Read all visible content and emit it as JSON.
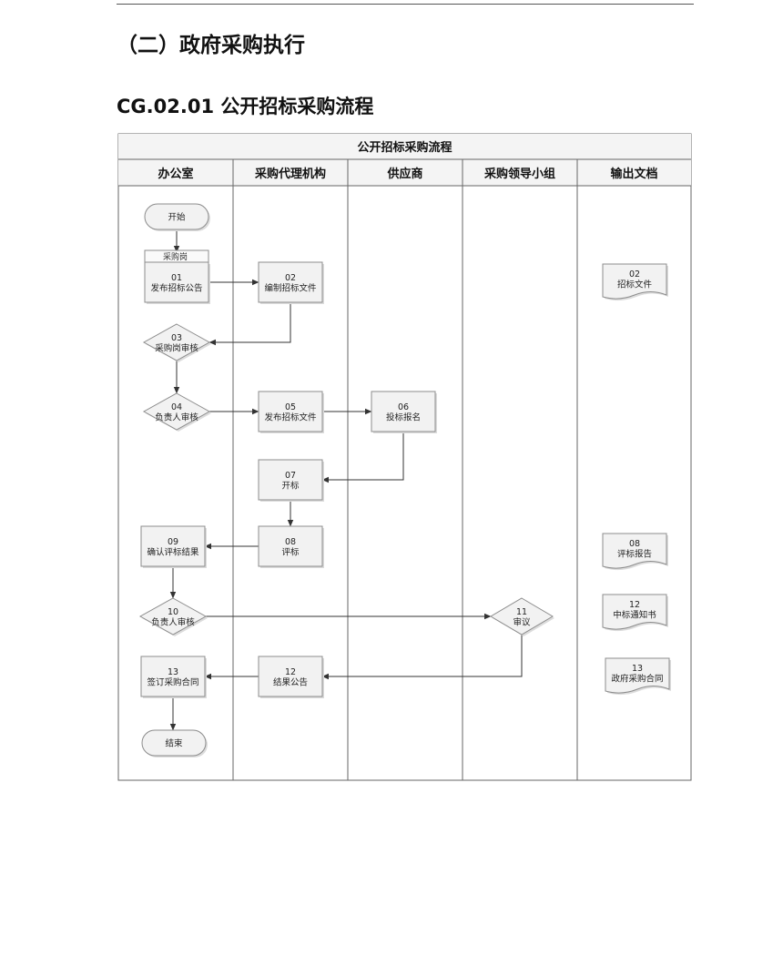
{
  "page": {
    "section_heading": "（二）政府采购执行",
    "document_heading": "CG.02.01 公开招标采购流程"
  },
  "flowchart": {
    "title": "公开招标采购流程",
    "lanes": [
      "办公室",
      "采购代理机构",
      "供应商",
      "采购领导小组",
      "输出文档"
    ],
    "colors": {
      "border": "#666666",
      "shape_fill": "#f2f2f2",
      "shape_stroke": "#8c8c8c",
      "line": "#333333"
    },
    "nodes": [
      {
        "id": "start",
        "shape": "terminator",
        "lane": 0,
        "lines": [
          "开始"
        ]
      },
      {
        "id": "n01",
        "shape": "process",
        "lane": 0,
        "role": "采购岗",
        "lines": [
          "01",
          "发布招标公告"
        ]
      },
      {
        "id": "n02",
        "shape": "process",
        "lane": 1,
        "lines": [
          "02",
          "编制招标文件"
        ]
      },
      {
        "id": "n03",
        "shape": "decision",
        "lane": 0,
        "lines": [
          "03",
          "采购岗审核"
        ]
      },
      {
        "id": "n04",
        "shape": "decision",
        "lane": 0,
        "lines": [
          "04",
          "负责人审核"
        ]
      },
      {
        "id": "n05",
        "shape": "process",
        "lane": 1,
        "lines": [
          "05",
          "发布招标文件"
        ]
      },
      {
        "id": "n06",
        "shape": "process",
        "lane": 2,
        "lines": [
          "06",
          "投标报名"
        ]
      },
      {
        "id": "n07",
        "shape": "process",
        "lane": 1,
        "lines": [
          "07",
          "开标"
        ]
      },
      {
        "id": "n08",
        "shape": "process",
        "lane": 1,
        "lines": [
          "08",
          "评标"
        ]
      },
      {
        "id": "n09",
        "shape": "process",
        "lane": 0,
        "lines": [
          "09",
          "确认评标结果"
        ]
      },
      {
        "id": "n10",
        "shape": "decision",
        "lane": 0,
        "lines": [
          "10",
          "负责人审核"
        ]
      },
      {
        "id": "n11",
        "shape": "decision",
        "lane": 3,
        "lines": [
          "11",
          "审议"
        ]
      },
      {
        "id": "n12",
        "shape": "process",
        "lane": 1,
        "lines": [
          "12",
          "结果公告"
        ]
      },
      {
        "id": "n13",
        "shape": "process",
        "lane": 0,
        "lines": [
          "13",
          "签订采购合同"
        ]
      },
      {
        "id": "end",
        "shape": "terminator",
        "lane": 0,
        "lines": [
          "结束"
        ]
      },
      {
        "id": "d02",
        "shape": "document",
        "lane": 4,
        "lines": [
          "02",
          "招标文件"
        ]
      },
      {
        "id": "d08",
        "shape": "document",
        "lane": 4,
        "lines": [
          "08",
          "评标报告"
        ]
      },
      {
        "id": "d12",
        "shape": "document",
        "lane": 4,
        "lines": [
          "12",
          "中标通知书"
        ]
      },
      {
        "id": "d13",
        "shape": "document",
        "lane": 4,
        "lines": [
          "13",
          "政府采购合同"
        ]
      }
    ],
    "edges": [
      {
        "from": "start",
        "to": "n01"
      },
      {
        "from": "n01",
        "to": "n02"
      },
      {
        "from": "n02",
        "to": "n03"
      },
      {
        "from": "n03",
        "to": "n04"
      },
      {
        "from": "n04",
        "to": "n05"
      },
      {
        "from": "n05",
        "to": "n06"
      },
      {
        "from": "n06",
        "to": "n07"
      },
      {
        "from": "n07",
        "to": "n08"
      },
      {
        "from": "n08",
        "to": "n09"
      },
      {
        "from": "n09",
        "to": "n10"
      },
      {
        "from": "n10",
        "to": "n11"
      },
      {
        "from": "n11",
        "to": "n12"
      },
      {
        "from": "n12",
        "to": "n13"
      },
      {
        "from": "n13",
        "to": "end"
      }
    ]
  }
}
